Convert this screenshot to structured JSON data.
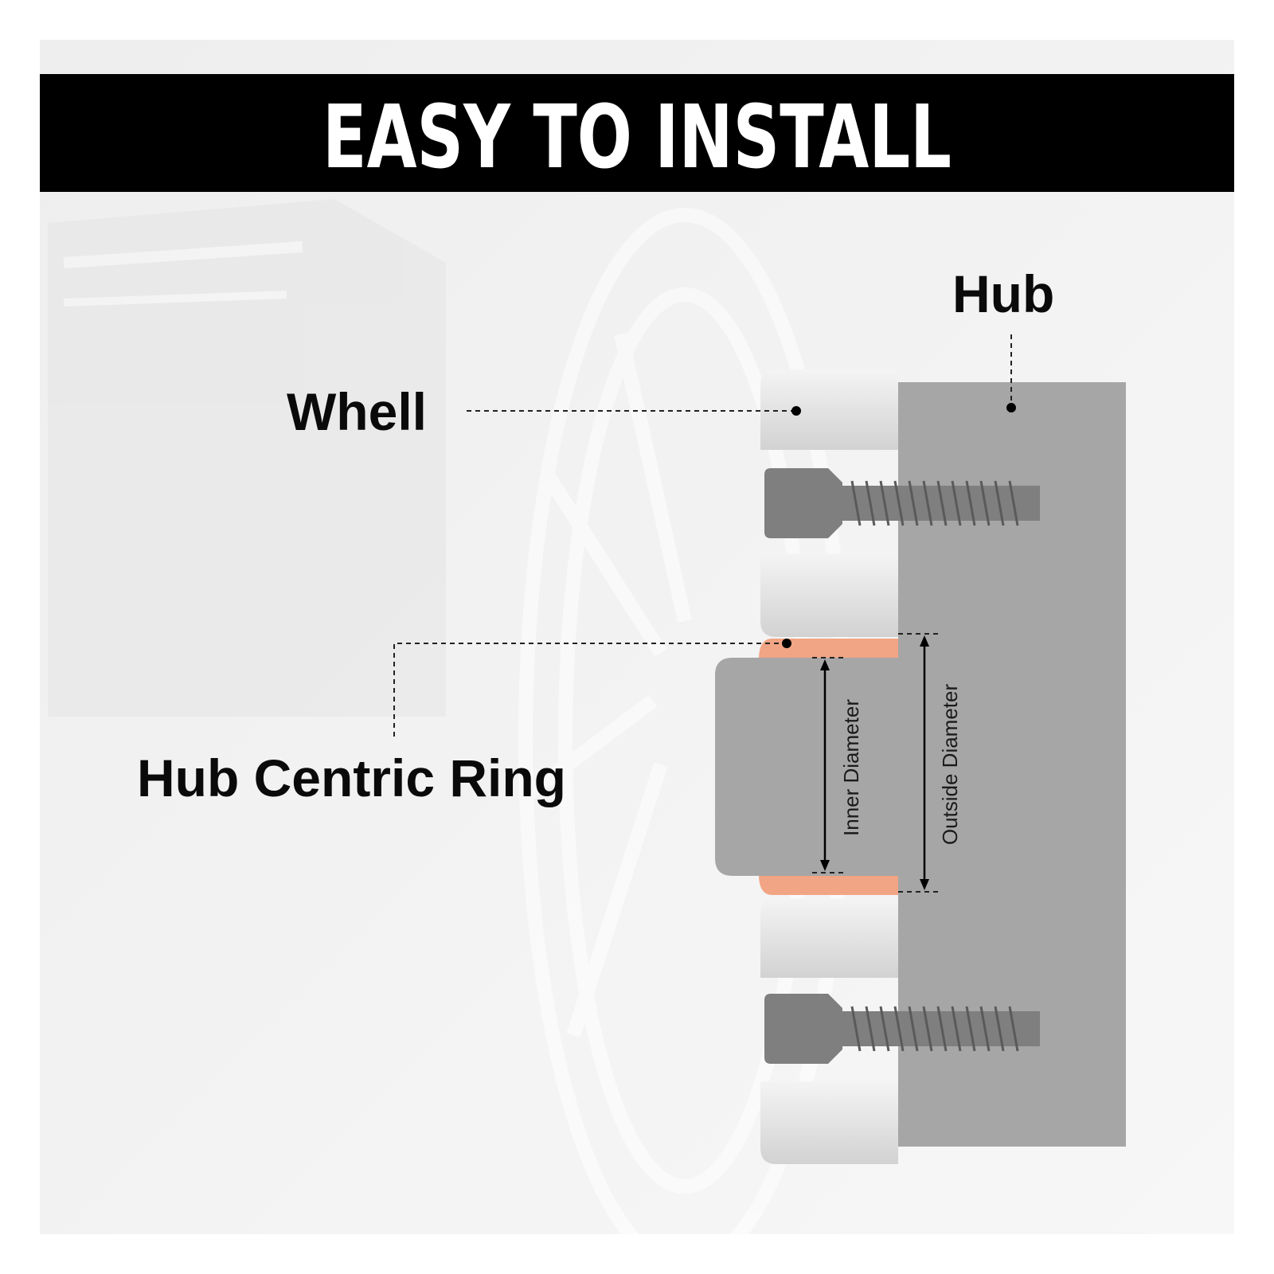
{
  "banner": {
    "title": "EASY TO INSTALL"
  },
  "labels": {
    "hub": "Hub",
    "wheel": "Whell",
    "ring": "Hub Centric Ring",
    "inner_diameter": "Inner Diameter",
    "outside_diameter": "Outside Diameter"
  },
  "colors": {
    "banner_bg": "#000000",
    "banner_text": "#ffffff",
    "hub_fill": "#a6a6a6",
    "wheel_fill": "#e0e0e0",
    "ring_fill": "#f2a584",
    "bolt_fill": "#7f7f7f",
    "text": "#0a0a0a"
  }
}
